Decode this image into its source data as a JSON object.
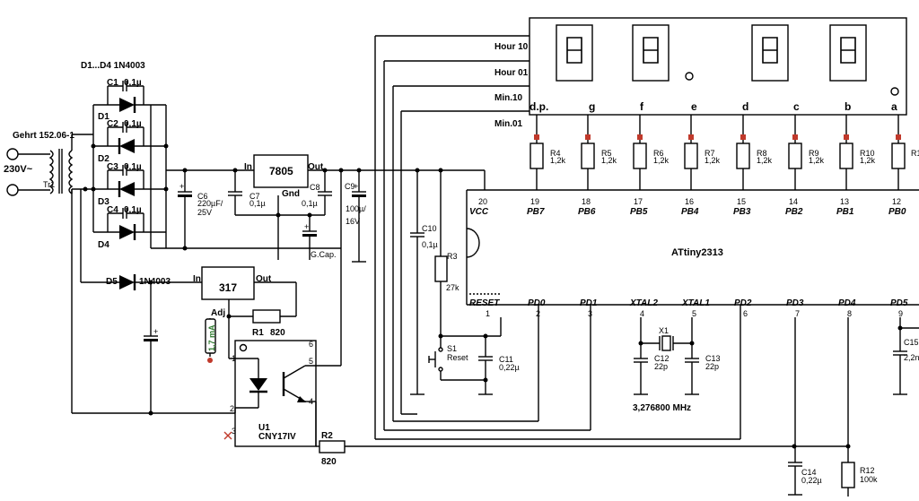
{
  "transformer": {
    "ref": "Gehrt 152.06-1",
    "input": "230V~",
    "tr": "Tr1"
  },
  "bridge": {
    "heading": "D1...D4 1N4003",
    "caps": [
      {
        "ref": "C1",
        "val": "0,1µ"
      },
      {
        "ref": "C2",
        "val": "0,1µ"
      },
      {
        "ref": "C3",
        "val": "0,1µ"
      },
      {
        "ref": "C4",
        "val": "0,1µ"
      }
    ],
    "diodes": [
      "D1",
      "D2",
      "D3",
      "D4"
    ]
  },
  "c6": {
    "ref": "C6",
    "val": "220µF/",
    "volt": "25V"
  },
  "c7": {
    "ref": "C7",
    "val": "0,1µ"
  },
  "c8": {
    "ref": "C8",
    "val": "0,1µ"
  },
  "c9": {
    "ref": "C9",
    "val": "100µ/",
    "volt": "16V"
  },
  "reg5": {
    "name": "7805",
    "in": "In",
    "out": "Out",
    "gnd": "Gnd"
  },
  "gcap": "G.Cap.",
  "d5": {
    "ref": "D5",
    "part": "1N4003"
  },
  "reg317": {
    "name": "317",
    "in": "In",
    "out": "Out",
    "adj": "Adj"
  },
  "r1": {
    "ref": "R1",
    "val": "820"
  },
  "current": "1,7 mA",
  "opto": {
    "ref": "U1",
    "part": "CNY17IV",
    "pins": [
      "1",
      "2",
      "3",
      "4",
      "5",
      "6"
    ]
  },
  "r2": {
    "ref": "R2",
    "val": "820"
  },
  "c10": {
    "ref": "C10",
    "val": "0,1µ"
  },
  "r3": {
    "ref": "R3",
    "val": "27k"
  },
  "s1": {
    "ref": "S1",
    "name": "Reset"
  },
  "c11": {
    "ref": "C11",
    "val": "0,22µ"
  },
  "digits": [
    "Hour 10",
    "Hour 01",
    "Min.10",
    "Min.01"
  ],
  "segments": [
    "d.p.",
    "g",
    "f",
    "e",
    "d",
    "c",
    "b",
    "a"
  ],
  "resistors": [
    {
      "ref": "R4",
      "val": "1,2k"
    },
    {
      "ref": "R5",
      "val": "1,2k"
    },
    {
      "ref": "R6",
      "val": "1,2k"
    },
    {
      "ref": "R7",
      "val": "1,2k"
    },
    {
      "ref": "R8",
      "val": "1,2k"
    },
    {
      "ref": "R9",
      "val": "1,2k"
    },
    {
      "ref": "R10",
      "val": "1,2k"
    },
    {
      "ref": "R1",
      "val": ""
    }
  ],
  "mcu": {
    "name": "ATtiny2313",
    "top_pins": [
      {
        "num": "20",
        "name": "VCC"
      },
      {
        "num": "19",
        "name": "PB7"
      },
      {
        "num": "18",
        "name": "PB6"
      },
      {
        "num": "17",
        "name": "PB5"
      },
      {
        "num": "16",
        "name": "PB4"
      },
      {
        "num": "15",
        "name": "PB3"
      },
      {
        "num": "14",
        "name": "PB2"
      },
      {
        "num": "13",
        "name": "PB1"
      },
      {
        "num": "12",
        "name": "PB0"
      }
    ],
    "bottom_pins": [
      {
        "num": "1",
        "name": "RESET"
      },
      {
        "num": "2",
        "name": "PD0"
      },
      {
        "num": "3",
        "name": "PD1"
      },
      {
        "num": "4",
        "name": "XTAL2"
      },
      {
        "num": "5",
        "name": "XTAL1"
      },
      {
        "num": "6",
        "name": "PD2"
      },
      {
        "num": "7",
        "name": "PD3"
      },
      {
        "num": "8",
        "name": "PD4"
      },
      {
        "num": "9",
        "name": "PD5"
      }
    ]
  },
  "crystal": {
    "ref": "X1",
    "freq": "3,276800 MHz"
  },
  "c12": {
    "ref": "C12",
    "val": "22p"
  },
  "c13": {
    "ref": "C13",
    "val": "22p"
  },
  "c14": {
    "ref": "C14",
    "val": "0,22µ"
  },
  "c15": {
    "ref": "C15",
    "val": "2,2n"
  },
  "r12": {
    "ref": "R12",
    "val": "100k"
  }
}
